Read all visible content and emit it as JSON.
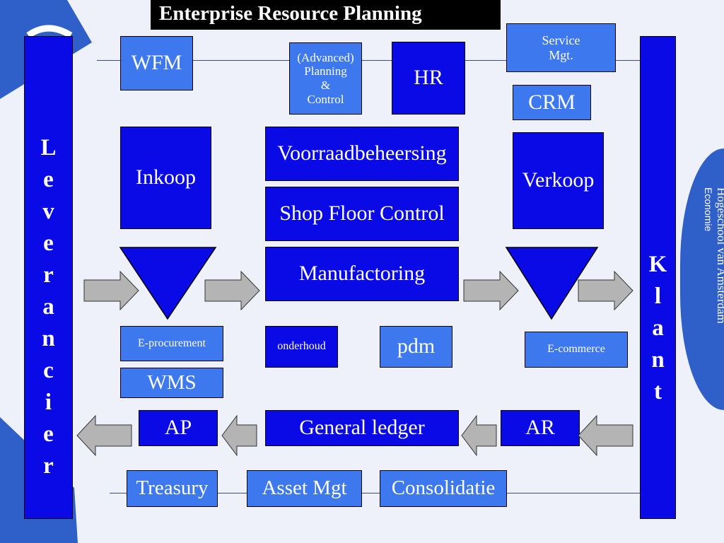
{
  "title": "Enterprise Resource Planning",
  "left_bar": [
    "L",
    "e",
    "v",
    "e",
    "r",
    "a",
    "n",
    "c",
    "i",
    "e",
    "r"
  ],
  "right_bar": [
    "K",
    "l",
    "a",
    "n",
    "t"
  ],
  "logo_text": [
    "Hogeschool van Amsterdam",
    "Economie"
  ],
  "modules": {
    "wfm": "WFM",
    "planning": [
      "(Advanced)",
      "Planning",
      "&",
      "Control"
    ],
    "hr": "HR",
    "service": [
      "Service",
      "Mgt."
    ],
    "crm": "CRM",
    "inkoop": "Inkoop",
    "voorraad": "Voorraadbeheersing",
    "shopfloor": "Shop Floor Control",
    "verkoop": "Verkoop",
    "manufactoring": "Manufactoring",
    "eprocurement": "E-procurement",
    "onderhoud": "onderhoud",
    "pdm": "pdm",
    "ecommerce": "E-commerce",
    "wms": "WMS",
    "ap": "AP",
    "general_ledger": "General ledger",
    "ar": "AR",
    "treasury": "Treasury",
    "asset": "Asset Mgt",
    "consolidatie": "Consolidatie"
  },
  "colors": {
    "dark_blue": "#0a0ae6",
    "light_blue": "#3d78ee",
    "arrow_gray": "#b4b4b4",
    "background": "#eef1f9"
  }
}
